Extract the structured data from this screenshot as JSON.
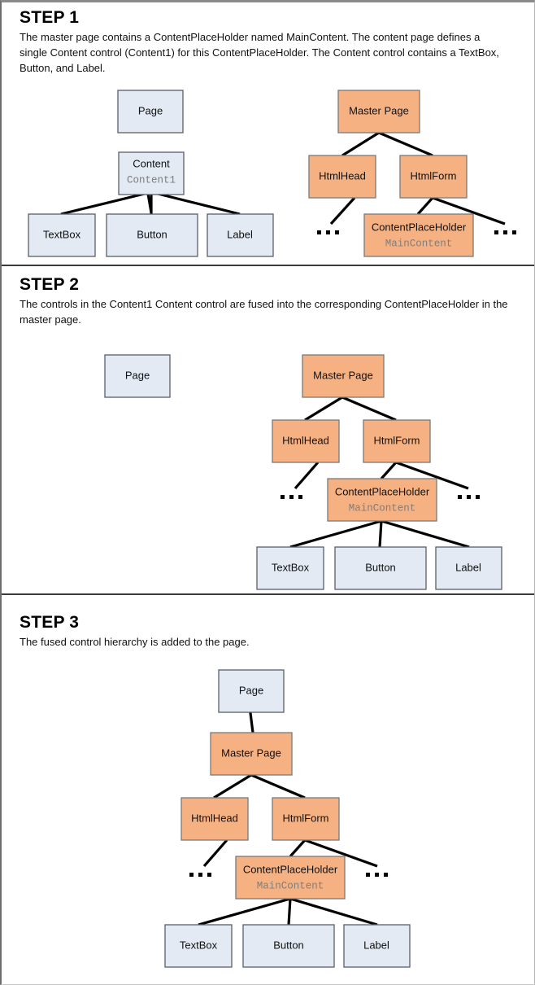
{
  "steps": [
    {
      "title": "STEP 1",
      "description": "The master page contains a ContentPlaceHolder named MainContent. The content page defines a single Content control (Content1) for this ContentPlaceHolder. The Content control contains a TextBox, Button, and Label."
    },
    {
      "title": "STEP 2",
      "description": "The controls in the Content1 Content control are fused into the corresponding ContentPlaceHolder in the master page."
    },
    {
      "title": "STEP 3",
      "description": "The fused control hierarchy is added to the page."
    }
  ],
  "labels": {
    "page": "Page",
    "content": "Content",
    "content_id": "Content1",
    "textbox": "TextBox",
    "button": "Button",
    "label": "Label",
    "master_page": "Master Page",
    "html_head": "HtmlHead",
    "html_form": "HtmlForm",
    "content_placeholder": "ContentPlaceHolder",
    "content_placeholder_id": "MainContent",
    "ellipsis": "..."
  },
  "colors": {
    "blue_fill": "#e3eaf4",
    "blue_stroke": "#5b5f6b",
    "orange_fill": "#f6b183",
    "orange_stroke": "#7a7a7a",
    "edge": "#000000",
    "mono_text": "#7d7d7d",
    "text": "#111111",
    "divider": "#3a3a3a"
  },
  "diagrams": {
    "step1_content_tree": {
      "type": "tree",
      "root": "Page",
      "nodes": [
        "Page",
        "Content",
        "TextBox",
        "Button",
        "Label"
      ],
      "edges": [
        [
          "Page",
          "Content"
        ],
        [
          "Content",
          "TextBox"
        ],
        [
          "Content",
          "Button"
        ],
        [
          "Content",
          "Label"
        ]
      ]
    },
    "step1_master_tree": {
      "type": "tree",
      "root": "Master Page",
      "nodes": [
        "Master Page",
        "HtmlHead",
        "HtmlForm",
        "ContentPlaceHolder",
        "...",
        "..."
      ],
      "edges": [
        [
          "Master Page",
          "HtmlHead"
        ],
        [
          "Master Page",
          "HtmlForm"
        ],
        [
          "HtmlHead",
          "..."
        ],
        [
          "HtmlForm",
          "ContentPlaceHolder"
        ],
        [
          "HtmlForm",
          "..."
        ]
      ]
    },
    "step2_tree": {
      "type": "tree",
      "root": "Master Page",
      "orphan": "Page",
      "nodes": [
        "Page",
        "Master Page",
        "HtmlHead",
        "HtmlForm",
        "ContentPlaceHolder",
        "TextBox",
        "Button",
        "Label"
      ],
      "edges": [
        [
          "Master Page",
          "HtmlHead"
        ],
        [
          "Master Page",
          "HtmlForm"
        ],
        [
          "HtmlHead",
          "..."
        ],
        [
          "HtmlForm",
          "ContentPlaceHolder"
        ],
        [
          "HtmlForm",
          "..."
        ],
        [
          "ContentPlaceHolder",
          "TextBox"
        ],
        [
          "ContentPlaceHolder",
          "Button"
        ],
        [
          "ContentPlaceHolder",
          "Label"
        ]
      ]
    },
    "step3_tree": {
      "type": "tree",
      "root": "Page",
      "nodes": [
        "Page",
        "Master Page",
        "HtmlHead",
        "HtmlForm",
        "ContentPlaceHolder",
        "TextBox",
        "Button",
        "Label"
      ],
      "edges": [
        [
          "Page",
          "Master Page"
        ],
        [
          "Master Page",
          "HtmlHead"
        ],
        [
          "Master Page",
          "HtmlForm"
        ],
        [
          "HtmlHead",
          "..."
        ],
        [
          "HtmlForm",
          "ContentPlaceHolder"
        ],
        [
          "HtmlForm",
          "..."
        ],
        [
          "ContentPlaceHolder",
          "TextBox"
        ],
        [
          "ContentPlaceHolder",
          "Button"
        ],
        [
          "ContentPlaceHolder",
          "Label"
        ]
      ]
    }
  }
}
